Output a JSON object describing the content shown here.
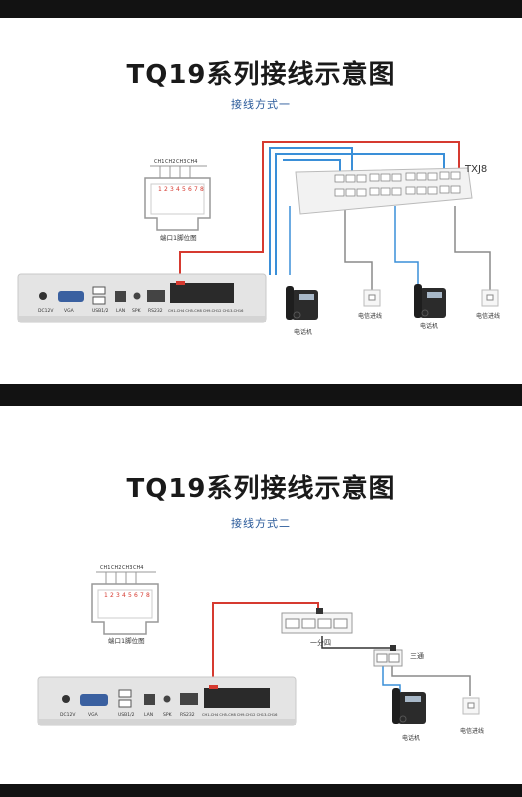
{
  "diagram1": {
    "title": "TQ19系列接线示意图",
    "subtitle": "接线方式一",
    "pinout": {
      "caption": "端口1脚位图",
      "channels": [
        "CH1",
        "CH2",
        "CH3",
        "CH4"
      ],
      "pins": [
        "1",
        "2",
        "3",
        "4",
        "5",
        "6",
        "7",
        "8"
      ]
    },
    "device": {
      "ports": [
        "DC12V",
        "VGA",
        "USB1/2",
        "LAN",
        "SPK",
        "RS232",
        "CH1-CH4 CH5-CH8 CH9-CH12 CH13-CH16"
      ]
    },
    "panel_label": "TXJ8",
    "phone_label": "电话机",
    "line_label": "电信进线"
  },
  "diagram2": {
    "title": "TQ19系列接线示意图",
    "subtitle": "接线方式二",
    "pinout": {
      "caption": "端口1脚位图",
      "channels": [
        "CH1",
        "CH2",
        "CH3",
        "CH4"
      ],
      "pins": [
        "1",
        "2",
        "3",
        "4",
        "5",
        "6",
        "7",
        "8"
      ]
    },
    "device": {
      "ports": [
        "DC12V",
        "VGA",
        "USB1/2",
        "LAN",
        "SPK",
        "RS232",
        "CH1-CH4 CH5-CH8 CH9-CH12 CH13-CH16"
      ]
    },
    "splitter_label": "一分四",
    "tee_label": "三通",
    "phone_label": "电话机",
    "line_label": "电信进线"
  },
  "colors": {
    "red_wire": "#d63a30",
    "blue_wire": "#3a8fd8",
    "gray_wire": "#8a8a8a",
    "title": "#1a1a1a",
    "subtitle": "#2a5a9a",
    "band": "#121212"
  }
}
